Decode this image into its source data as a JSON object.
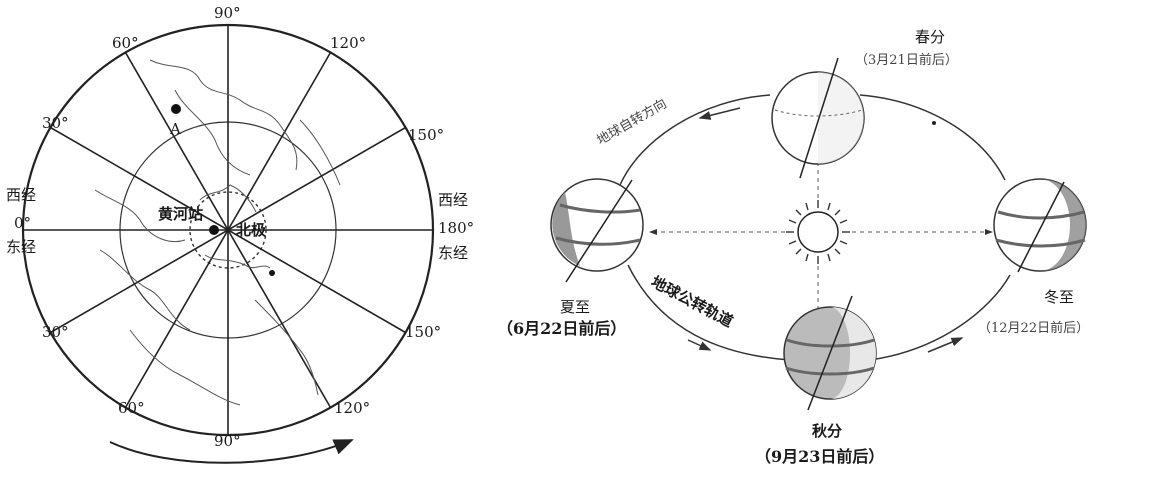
{
  "polar_map": {
    "meridian_labels": {
      "top": "90°",
      "top_left": "60°",
      "top_right": "120°",
      "upper_left": "30°",
      "upper_right": "150°",
      "left_west": "西经",
      "left_zero": "0°",
      "left_east": "东经",
      "right_west": "西经",
      "right_180": "180°",
      "right_east": "东经",
      "lower_left": "30°",
      "lower_right": "150°",
      "bottom_left": "60°",
      "bottom_right": "120°",
      "bottom": "90°"
    },
    "point_a": "A",
    "station": "黄河站",
    "pole": "北极"
  },
  "orbit": {
    "rotation_label": "地球自转方向",
    "revolution_label": "地球公转轨道",
    "spring": {
      "name": "春分",
      "date": "（3月21日前后）"
    },
    "summer": {
      "name": "夏至",
      "date": "（6月22日前后）"
    },
    "autumn": {
      "name": "秋分",
      "date": "（9月23日前后）"
    },
    "winter": {
      "name": "冬至",
      "date": "（12月22日前后）"
    }
  }
}
